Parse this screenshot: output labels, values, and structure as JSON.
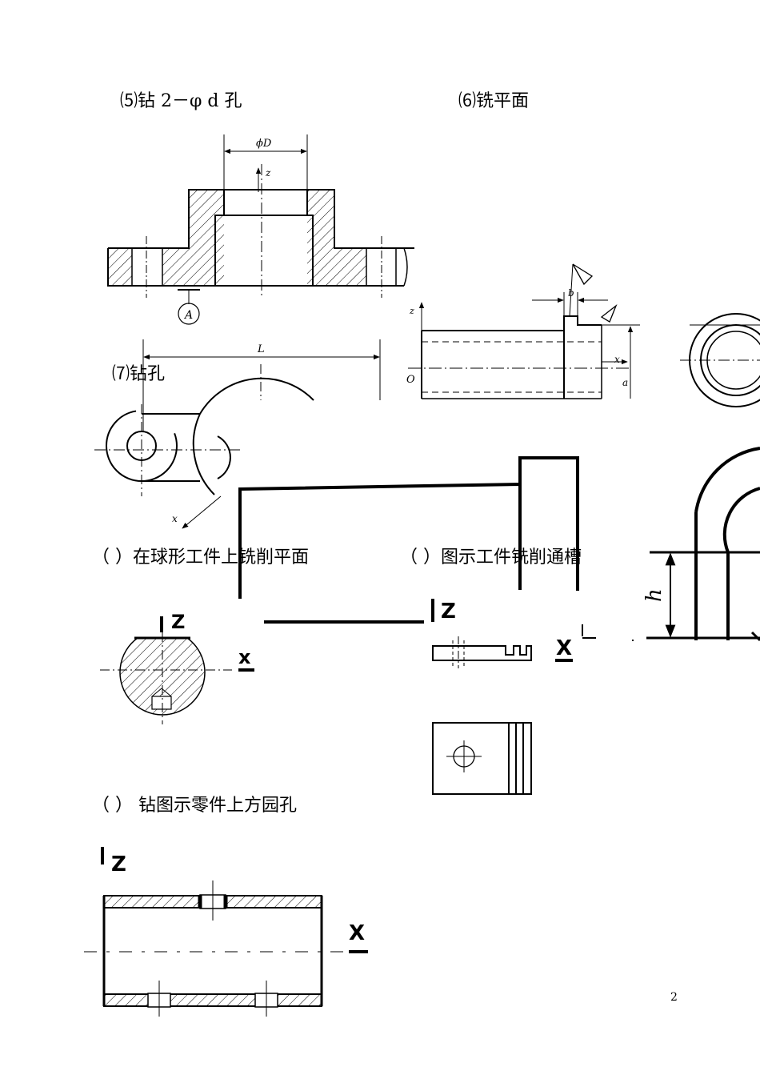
{
  "captions": {
    "c5": "⑸钻 2－φ d 孔",
    "c6": "⑹铣平面",
    "c7": "⑺钻孔",
    "q_sphere": "（  ）在球形工件上铣削平面",
    "q_slot": "（  ）图示工件铣削通槽",
    "q_hole": "（    ）  钻图示零件上方园孔"
  },
  "dims": {
    "phiD": "ϕD",
    "z": "z",
    "A": "A",
    "L": "L",
    "b": "b",
    "x": "x",
    "a": "a",
    "O": "O",
    "h": "h"
  },
  "axes": {
    "Z": "Z",
    "X": "X",
    "x_small": "x"
  },
  "page_number": "2"
}
